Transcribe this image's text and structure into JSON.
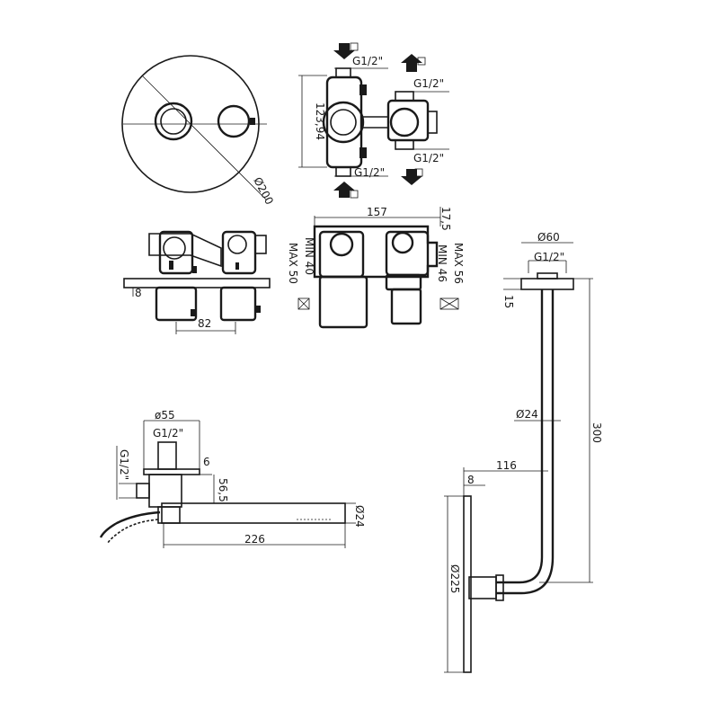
{
  "dimensions": {
    "plate_diameter": "Ø200",
    "body_height": "123,94",
    "inlet_top": "G1/2\"",
    "inlet_right_top": "G1/2\"",
    "inlet_right_bottom": "G1/2\"",
    "inlet_bottom": "G1/2\"",
    "body_width": "157",
    "body_offset": "17,5",
    "depth_left": "MIN 40",
    "depth_left_max": "MAX 50",
    "depth_right": "MIN 46",
    "depth_right_max": "MAX 56",
    "plate_thickness": "8",
    "handle_spacing": "82",
    "shower_flange": "Ø60",
    "shower_thread": "G1/2\"",
    "shower_flange_h": "15",
    "arm_diameter": "Ø24",
    "arm_height": "300",
    "arm_reach": "116",
    "head_thickness": "8",
    "head_diameter": "Ø225",
    "spout_flange": "ø55",
    "spout_thread": "G1/2\"",
    "spout_side_thread": "G1/2\"",
    "spout_flange_h": "6",
    "spout_height": "56,5",
    "spout_diameter": "Ø24",
    "spout_length": "226"
  }
}
